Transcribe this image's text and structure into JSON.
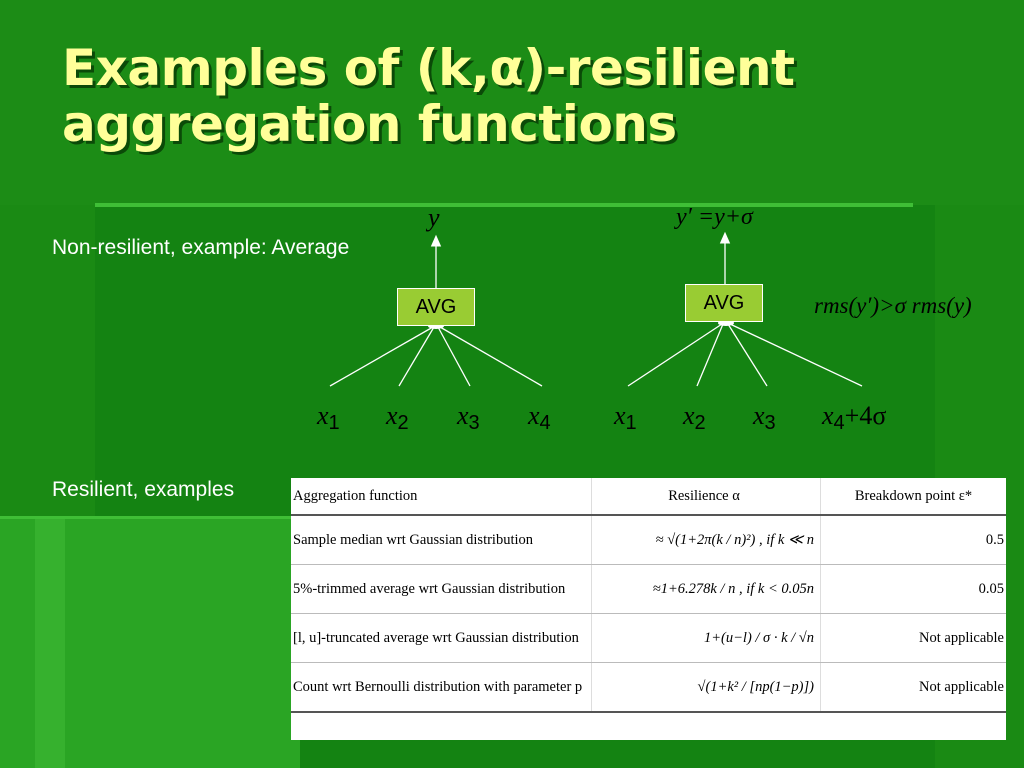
{
  "title": {
    "line1": "Examples of (k,α)-resilient",
    "line2": "aggregation functions"
  },
  "labels": {
    "non_resilient": "Non-resilient, example: Average",
    "resilient": "Resilient, examples"
  },
  "diagram": {
    "left": {
      "output": "y",
      "node": "AVG",
      "inputs": [
        {
          "var": "x",
          "sub": "1"
        },
        {
          "var": "x",
          "sub": "2"
        },
        {
          "var": "x",
          "sub": "3"
        },
        {
          "var": "x",
          "sub": "4"
        }
      ]
    },
    "right": {
      "output": "y′ =y+σ",
      "node": "AVG",
      "inputs": [
        {
          "var": "x",
          "sub": "1",
          "suffix": ""
        },
        {
          "var": "x",
          "sub": "2",
          "suffix": ""
        },
        {
          "var": "x",
          "sub": "3",
          "suffix": ""
        },
        {
          "var": "x",
          "sub": "4",
          "suffix": "+4σ"
        }
      ],
      "note": "rms(y′)>σ rms(y)"
    }
  },
  "table": {
    "headers": [
      "Aggregation function",
      "Resilience α",
      "Breakdown point ε*"
    ],
    "rows": [
      {
        "function": "Sample median wrt Gaussian distribution",
        "resilience": "≈ √(1+2π(k / n)²) , if k ≪ n",
        "breakdown": "0.5"
      },
      {
        "function": "5%-trimmed average wrt Gaussian distribution",
        "resilience": "≈1+6.278k / n , if k < 0.05n",
        "breakdown": "0.05"
      },
      {
        "function": "[l, u]-truncated average wrt Gaussian distribution",
        "resilience": "1+(u−l) / σ · k / √n",
        "breakdown": "Not applicable"
      },
      {
        "function": "Count wrt Bernoulli distribution with parameter p",
        "resilience": "√(1+k² / [np(1−p)])",
        "breakdown": "Not applicable"
      }
    ]
  }
}
